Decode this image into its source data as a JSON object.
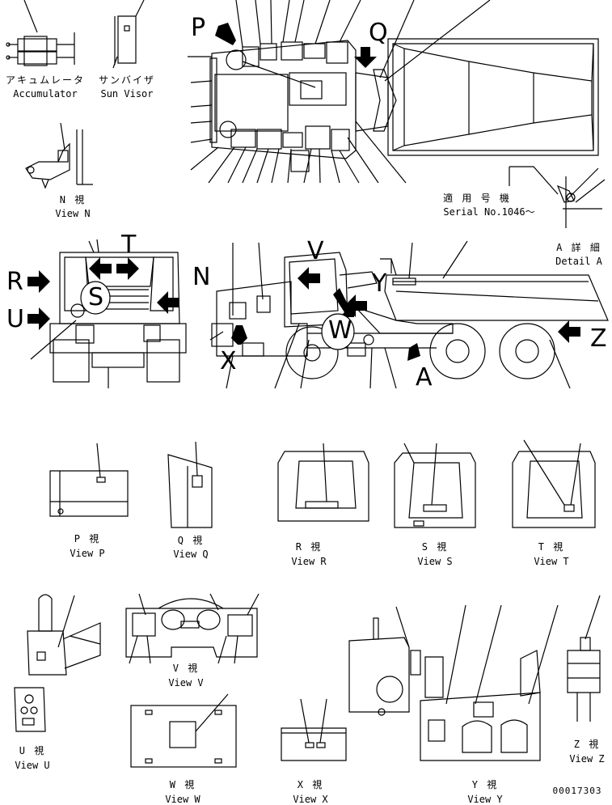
{
  "labels": {
    "accumulator_jp": "アキュムレータ",
    "accumulator_en": "Accumulator",
    "sun_visor_jp": "サンバイザ",
    "sun_visor_en": "Sun Visor",
    "view_n_jp": "N 視",
    "view_n_en": "View N",
    "serial_jp": "適 用 号 機",
    "serial_en": "Serial No.1046～",
    "detail_a_jp": "A 詳 細",
    "detail_a_en": "Detail A",
    "view_p_jp": "P 視",
    "view_p_en": "View P",
    "view_q_jp": "Q 視",
    "view_q_en": "View Q",
    "view_r_jp": "R 視",
    "view_r_en": "View R",
    "view_s_jp": "S 視",
    "view_s_en": "View S",
    "view_t_jp": "T 視",
    "view_t_en": "View T",
    "view_u_jp": "U 視",
    "view_u_en": "View U",
    "view_v_jp": "V 視",
    "view_v_en": "View V",
    "view_w_jp": "W 視",
    "view_w_en": "View W",
    "view_x_jp": "X 視",
    "view_x_en": "View X",
    "view_y_jp": "Y 視",
    "view_y_en": "View Y",
    "view_z_jp": "Z 視",
    "view_z_en": "View Z",
    "drawing_no": "00017303"
  },
  "view_letters": {
    "p": "P",
    "q": "Q",
    "r": "R",
    "u": "U",
    "t": "T",
    "s": "S",
    "n": "N",
    "v": "V",
    "y": "Y",
    "w": "W",
    "x": "X",
    "a": "A",
    "z": "Z"
  }
}
